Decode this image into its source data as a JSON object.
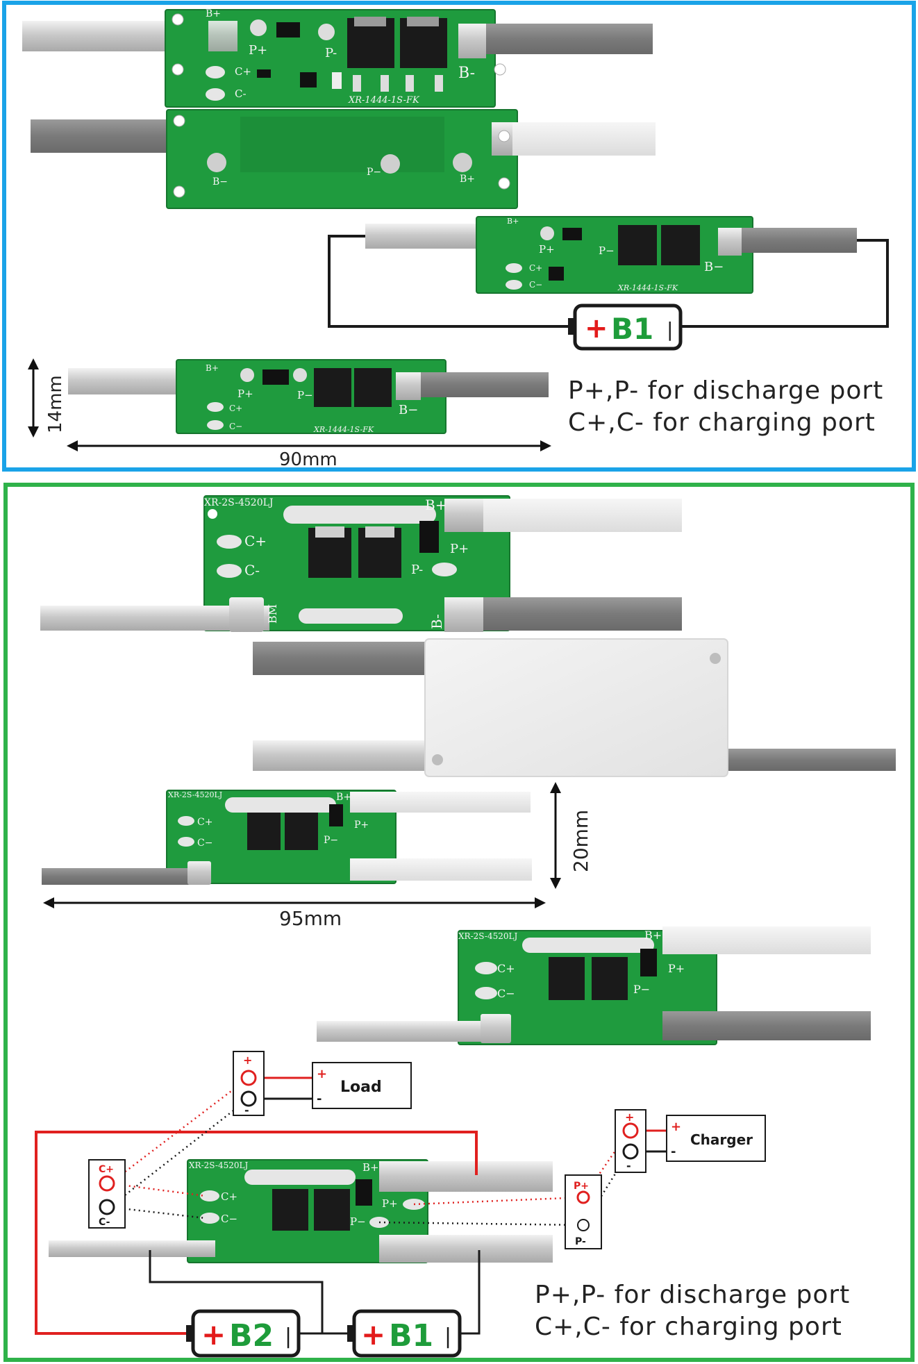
{
  "colors": {
    "frame_top": "#1aa3e8",
    "frame_bottom": "#2fb24a",
    "pcb_green": "#1f9b3e",
    "battery_green": "#1e9c3a",
    "battery_red": "#e31b1b",
    "wire_red": "#e0201f"
  },
  "top_section": {
    "boards": {
      "model": "XR-1444-1S-FK",
      "pad_b_plus": "B+",
      "pad_b_minus": "B-",
      "pad_p_plus": "P+",
      "pad_p_minus": "P-",
      "pad_c_plus": "C+",
      "pad_c_minus": "C-"
    },
    "battery": {
      "plus": "+",
      "label": "B1",
      "minus": "|"
    },
    "dimensions": {
      "height": "14mm",
      "width": "90mm"
    },
    "caption": {
      "line1": "P+,P- for discharge port",
      "line2": "C+,C- for charging port"
    }
  },
  "bottom_section": {
    "boards": {
      "model": "XR-2S-4520LJ",
      "pad_b_plus": "B+",
      "pad_b_minus": "B-",
      "pad_p_plus": "P+",
      "pad_p_minus": "P-",
      "pad_c_plus": "C+",
      "pad_c_minus": "C-",
      "pad_bm": "BM"
    },
    "dimensions": {
      "height": "20mm",
      "width": "95mm"
    },
    "wiring": {
      "load_plus": "+",
      "load_minus": "-",
      "load_label": "Load",
      "charger_plus": "+",
      "charger_minus": "-",
      "charger_label": "Charger",
      "c_plus": "C+",
      "c_minus": "C-",
      "p_plus": "P+",
      "p_minus": "P-",
      "load_term_plus": "+",
      "load_term_minus": "-",
      "charger_term_plus": "+",
      "charger_term_minus": "-"
    },
    "batteries": [
      {
        "plus": "+",
        "label": "B2",
        "minus": "|"
      },
      {
        "plus": "+",
        "label": "B1",
        "minus": "|"
      }
    ],
    "caption": {
      "line1": "P+,P- for discharge port",
      "line2": "C+,C- for charging port"
    }
  }
}
